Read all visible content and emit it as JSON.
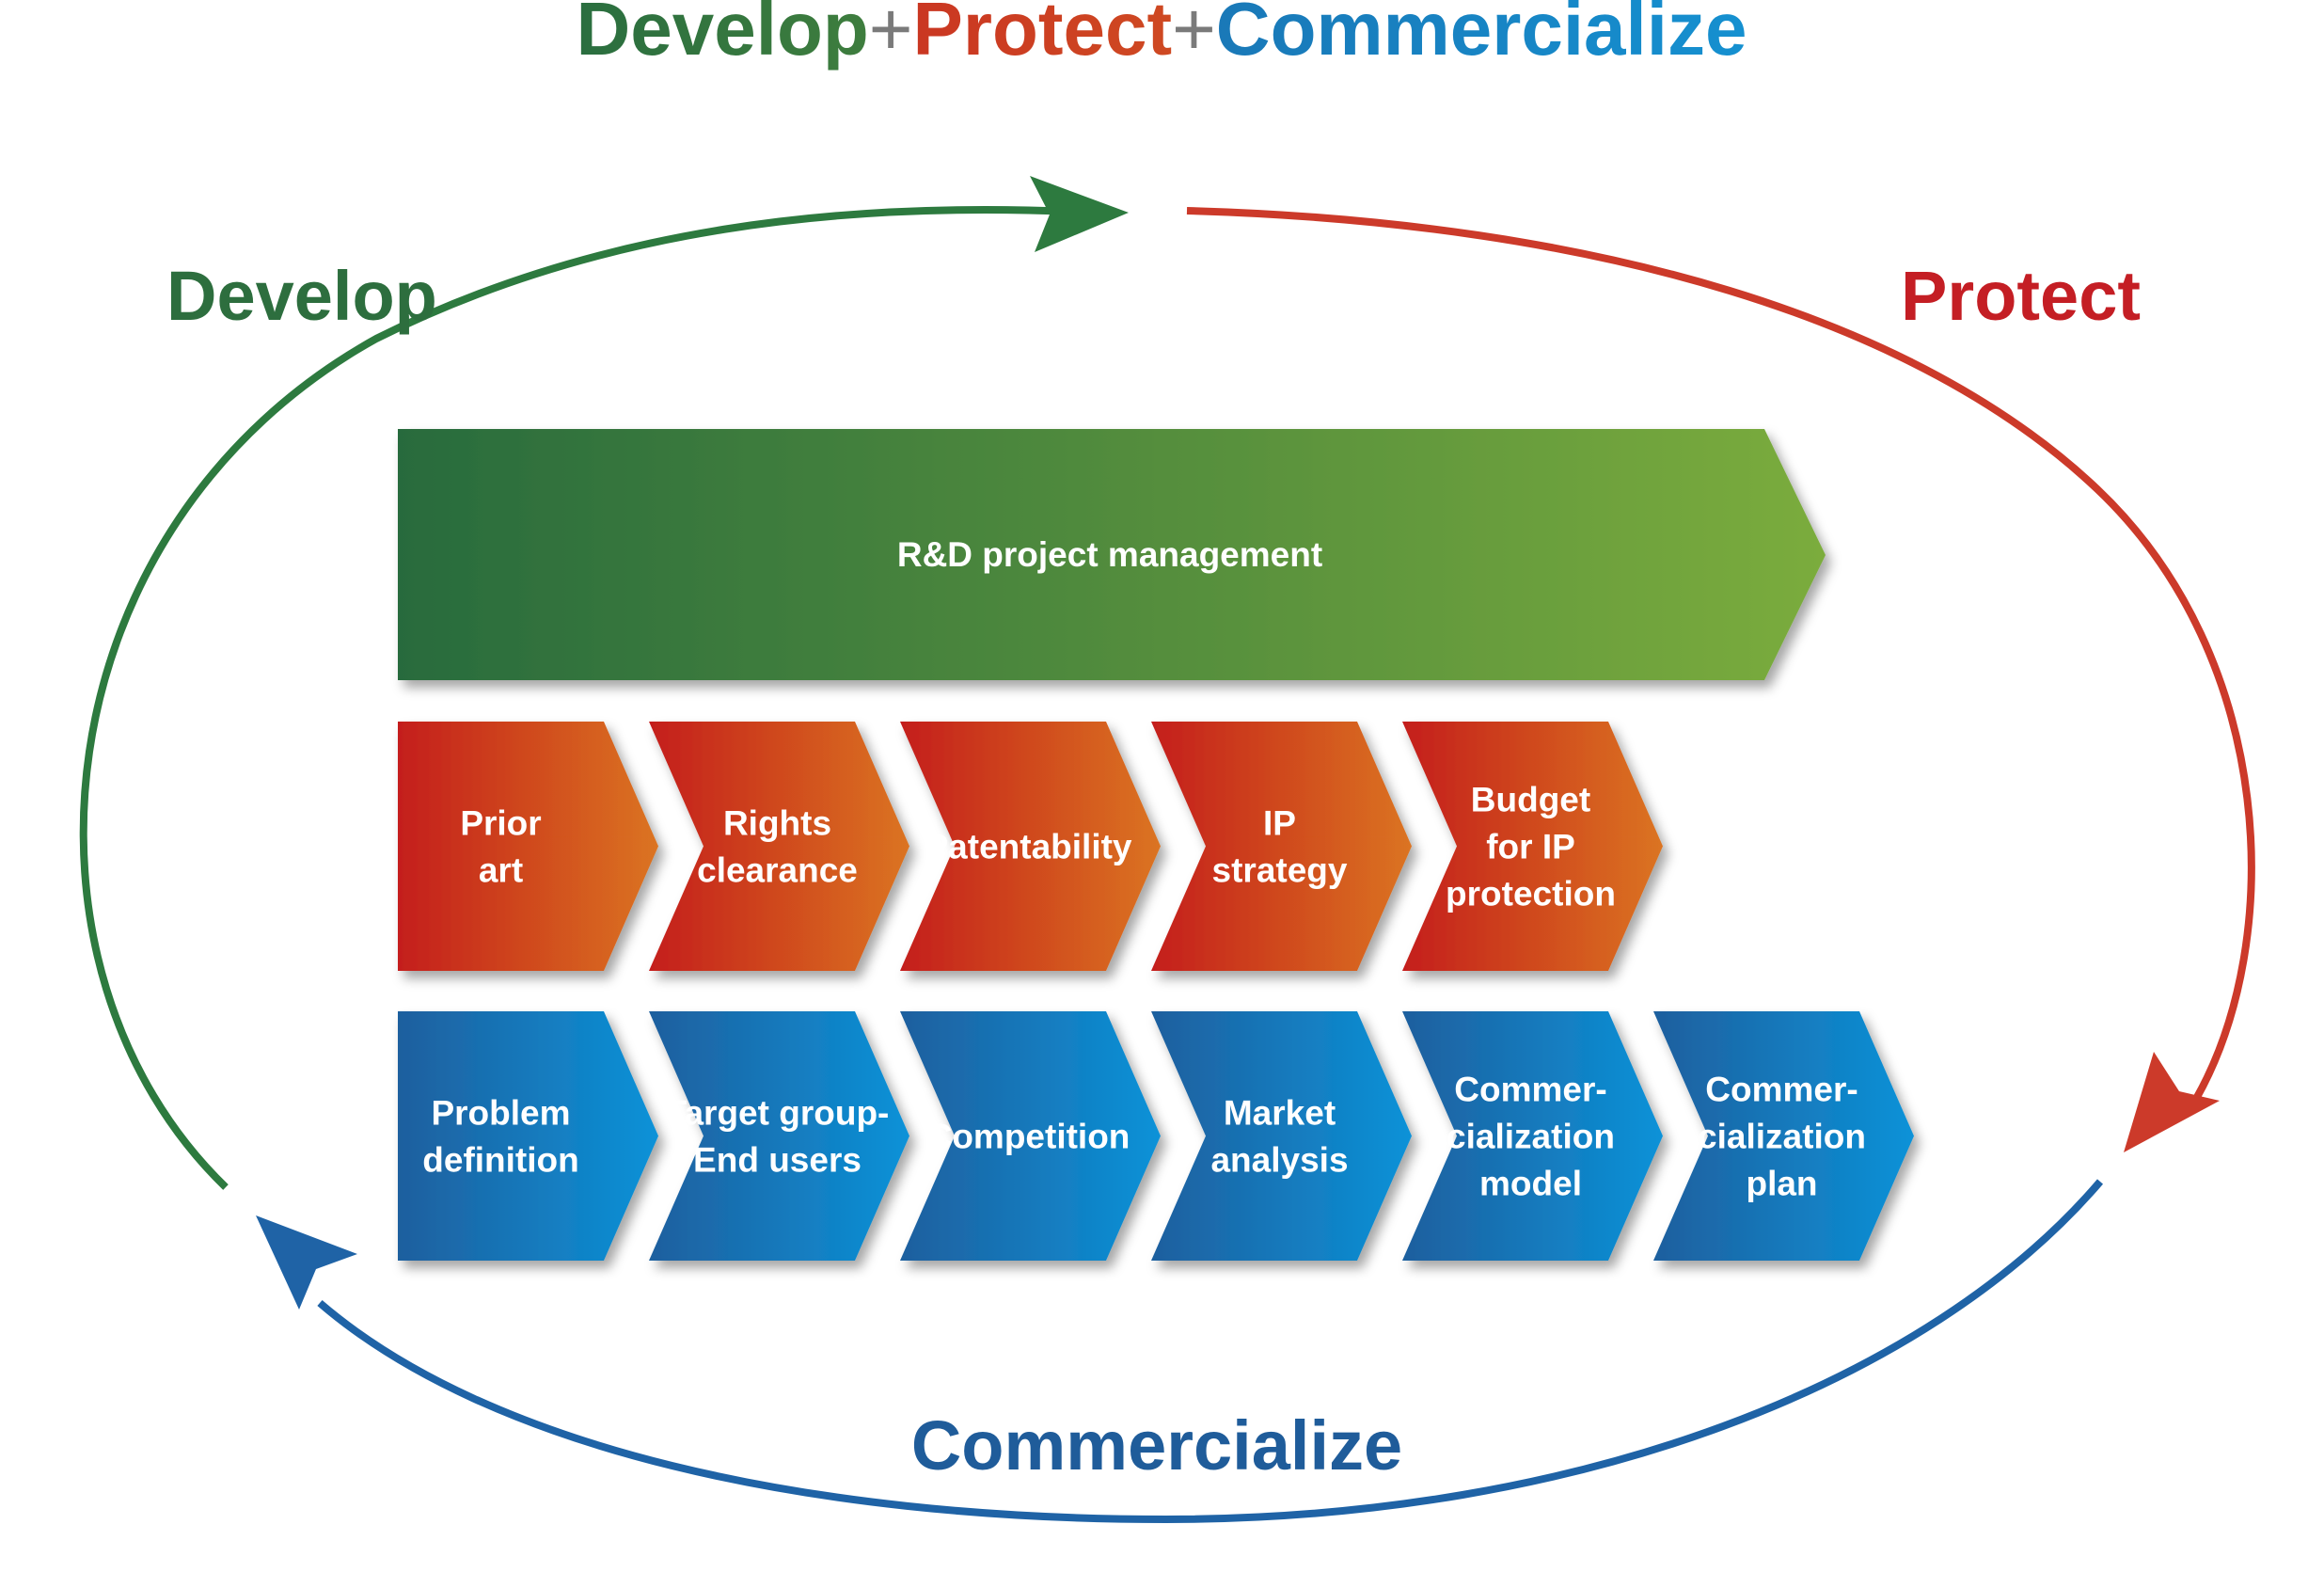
{
  "title": {
    "develop": "Develop",
    "plus_1": "+",
    "protect": "Protect",
    "plus_2": "+",
    "commercialize": "Commercialize"
  },
  "cycle_labels": {
    "develop": "Develop",
    "protect": "Protect",
    "commercialize": "Commercialize"
  },
  "develop_bar": {
    "label": "R&D project management"
  },
  "protect_steps": [
    {
      "lines": [
        "Prior",
        "art"
      ]
    },
    {
      "lines": [
        "Rights",
        "clearance"
      ]
    },
    {
      "lines": [
        "Patentability"
      ]
    },
    {
      "lines": [
        "IP",
        "strategy"
      ]
    },
    {
      "lines": [
        "Budget",
        "for IP",
        "protection"
      ]
    }
  ],
  "commercialize_steps": [
    {
      "lines": [
        "Problem",
        "definition"
      ]
    },
    {
      "lines": [
        "Target group-",
        "End users"
      ]
    },
    {
      "lines": [
        "Competition"
      ]
    },
    {
      "lines": [
        "Market",
        "analysis"
      ]
    },
    {
      "lines": [
        "Commer-",
        "cialization",
        "model"
      ]
    },
    {
      "lines": [
        "Commer-",
        "cialization",
        "plan"
      ]
    }
  ],
  "colors": {
    "develop_dark": "#2a6e3f",
    "develop_light": "#7aab3c",
    "protect_dark": "#c41e1e",
    "protect_light": "#d9731f",
    "commercialize_dark": "#1f5f9e",
    "commercialize_light": "#0d8fd6",
    "develop_text": "#2d6e3e",
    "protect_text": "#c41e24",
    "commercialize_text": "#1f5c9a",
    "plus": "#777777"
  }
}
